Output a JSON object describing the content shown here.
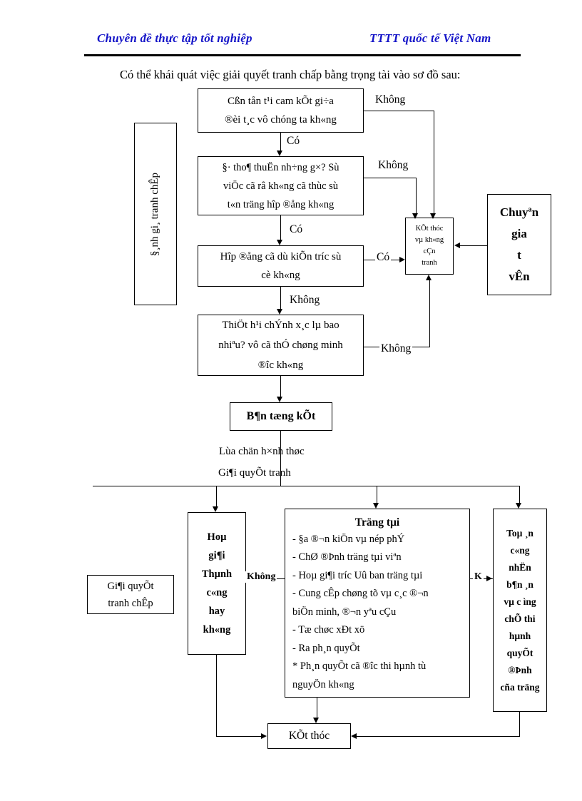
{
  "header": {
    "left": "Chuyên đề thực tập tốt nghiệp",
    "right": "TTTT quốc tế Việt Nam"
  },
  "intro": "Có thể khái quát việc giải  quyết tranh chấp bằng trọng tài vào sơ đồ sau:",
  "flowchart": {
    "nodes": {
      "commitment": {
        "lines": [
          "Cßn tån t¹i cam kÕt gi÷a",
          "®èi t¸c vô  chóng ta kh«ng"
        ]
      },
      "agreement": {
        "lines": [
          "§· tho¶ thuËn nh÷ng g×? Sù",
          "viÖc cã râ kh«ng  cã thùc sù",
          "t«n träng hîp ®ång kh«ng"
        ]
      },
      "contract": {
        "lines": [
          "Hîp ®ång cã dù kiÕn tríc  sù",
          "cè kh«ng"
        ]
      },
      "adjust": {
        "lines": [
          "ThiÖt h¹i chÝnh x¸c lµ bao",
          "nhiªu? vô cã thÓ chøng minh",
          "®îc  kh«ng"
        ]
      },
      "end_no_compete": {
        "lines": [
          "KÕt thóc",
          "vµ kh«ng",
          "cÇn",
          "tranh"
        ]
      },
      "expert": {
        "lines": [
          "Chuyªn",
          "gia",
          "t",
          "vÊn"
        ]
      },
      "dispute_eval": {
        "text": "§¸nh gi¸ tranh chÊp"
      },
      "summary": {
        "text": "B¶n tæng kÕt"
      },
      "mediation": {
        "lines": [
          "Hoµ",
          "gi¶i",
          "Thµnh",
          "c«ng",
          "hay",
          "kh«ng"
        ]
      },
      "arbitration": {
        "title": "Träng tµi",
        "items": [
          "- §a  ®¬n kiÖn vµ nép phÝ",
          "- ChØ ®Þnh träng tµi viªn",
          "- Hoµ gi¶i tríc  Uû ban träng tµi",
          "- Cung cÊp chøng tõ vµ c¸c ®¬n",
          "biÖn minh, ®¬n yªu cÇu",
          "- Tæ chøc xÐt xö",
          "- Ra ph¸n quyÕt",
          "* Ph¸n quyÕt cã ®îc  thi hµnh tù",
          "nguyÖn kh«ng"
        ]
      },
      "court": {
        "lines": [
          "Toµ ¸n",
          "c«ng",
          "nhËn",
          "b¶n ¸n",
          "vµ c ìng",
          "chÕ thi",
          "hµnh",
          "quyÕt",
          "®Þnh",
          "cña träng"
        ]
      },
      "resolve": {
        "lines": [
          "Gi¶i quyÕt",
          "tranh chÊp"
        ]
      },
      "end": {
        "text": "KÕt thóc"
      }
    },
    "edge_labels": {
      "co_1": "Có",
      "co_2": "Có",
      "co_3": "Có",
      "khong_1": "Không",
      "khong_2": "Không",
      "khong_3": "Không",
      "khong_4": "Không",
      "khong_5": "Không",
      "k_short": "K",
      "choice_line1": "Lùa chän   h×nh thøc",
      "choice_line2": "Gi¶i   quyÕt          tranh"
    }
  }
}
